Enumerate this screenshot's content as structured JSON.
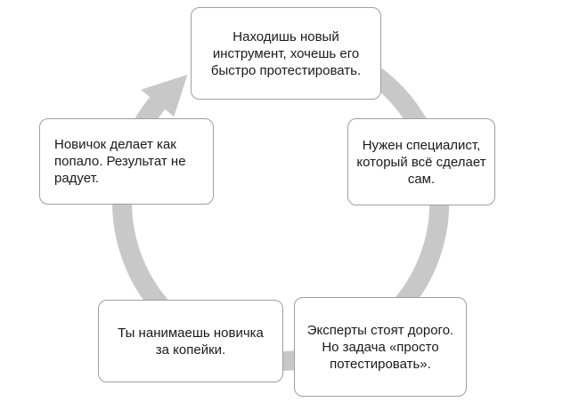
{
  "diagram": {
    "type": "cycle",
    "direction": "clockwise",
    "colors": {
      "background": "#ffffff",
      "ring": "#c8c8c8",
      "box_border": "#9e9e9e",
      "box_fill": "#ffffff",
      "text": "#1a1a1a"
    },
    "nodes": [
      {
        "id": "find-tool",
        "position": "top",
        "text": "Находишь новый инструмент, хочешь его быстро протестировать.",
        "lines": [
          "Находишь новый",
          "инструмент, хочешь его",
          "быстро протестировать."
        ]
      },
      {
        "id": "need-specialist",
        "position": "right",
        "text": "Нужен специалист, который всё сделает сам.",
        "lines": [
          "Нужен специалист,",
          "который всё сделает",
          "сам."
        ]
      },
      {
        "id": "experts-expensive",
        "position": "bottom-right",
        "text": "Эксперты стоят дорого. Но задача «просто потестировать».",
        "lines": [
          "Эксперты стоят дорого.",
          "Но задача «просто",
          "потестировать»."
        ]
      },
      {
        "id": "hire-newbie",
        "position": "bottom-left",
        "text": "Ты нанимаешь новичка за копейки.",
        "lines": [
          "Ты нанимаешь новичка",
          "за копейки."
        ]
      },
      {
        "id": "newbie-fails",
        "position": "left",
        "text": "Новичок делает как попало. Результат не радует.",
        "lines": [
          "Новичок делает как",
          "попало. Результат не",
          "радует."
        ]
      }
    ]
  }
}
